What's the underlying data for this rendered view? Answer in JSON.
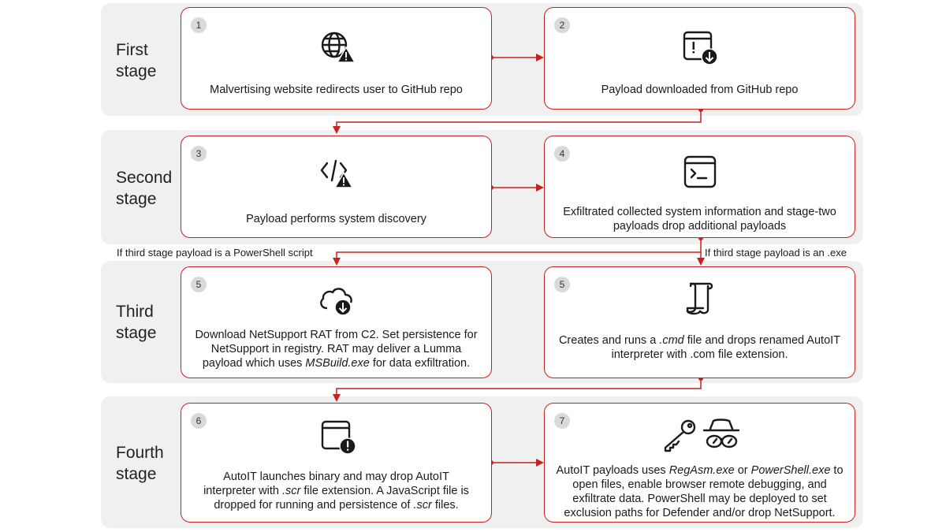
{
  "stages": [
    {
      "label": "First\nstage"
    },
    {
      "label": "Second\nstage"
    },
    {
      "label": "Third\nstage"
    },
    {
      "label": "Fourth\nstage"
    }
  ],
  "cards": [
    {
      "num": "1",
      "icon": "globe-warning-icon",
      "text": [
        "Malvertising website redirects user to GitHub repo"
      ]
    },
    {
      "num": "2",
      "icon": "window-download-icon",
      "text": [
        "Payload downloaded from GitHub repo"
      ]
    },
    {
      "num": "3",
      "icon": "code-warning-icon",
      "text": [
        "Payload performs system discovery"
      ]
    },
    {
      "num": "4",
      "icon": "terminal-icon",
      "text": [
        "Exfiltrated collected system information and stage-two",
        "payloads drop additional payloads"
      ]
    },
    {
      "num": "5",
      "icon": "cloud-download-icon",
      "text": [
        "Download NetSupport RAT from C2. Set persistence for",
        "NetSupport in registry. RAT may deliver a Lumma",
        "payload which uses |MSBuild.exe| for data exfiltration."
      ]
    },
    {
      "num": "5",
      "icon": "script-scroll-icon",
      "text": [
        "Creates and runs a |.cmd| file and drops renamed AutoIT",
        "interpreter with .com file extension."
      ]
    },
    {
      "num": "6",
      "icon": "window-alert-icon",
      "text": [
        "AutoIT launches binary and may drop AutoIT",
        "interpreter with |.scr| file extension. A JavaScript file is",
        "dropped for running and persistence of |.scr| files."
      ]
    },
    {
      "num": "7",
      "icon": "key-and-spy-icon",
      "text": [
        "AutoIT payloads uses |RegAsm.exe| or |PowerShell.exe| to",
        "open files, enable browser remote debugging, and",
        "exfiltrate data. PowerShell may be deployed to set",
        "exclusion paths for Defender and/or drop NetSupport."
      ]
    }
  ],
  "branches": {
    "left": "If third stage payload is a PowerShell script",
    "right": "If third stage payload is an .exe"
  },
  "colors": {
    "accent": "#c5221f",
    "band": "#f0f0f0",
    "badge": "#d9d9d9"
  }
}
